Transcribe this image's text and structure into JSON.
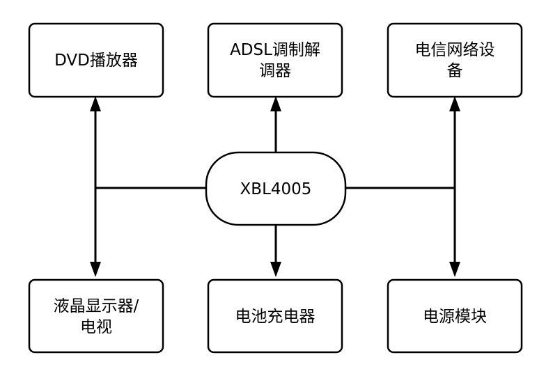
{
  "hub": {
    "label": "XBL4005"
  },
  "nodes": {
    "dvd": {
      "lines": [
        "DVD播放器"
      ]
    },
    "adsl": {
      "lines": [
        "ADSL调制解",
        "调器"
      ]
    },
    "telecom": {
      "lines": [
        "电信网络设",
        "备"
      ]
    },
    "lcd": {
      "lines": [
        "液晶显示器/",
        "电视"
      ]
    },
    "charger": {
      "lines": [
        "电池充电器"
      ]
    },
    "power": {
      "lines": [
        "电源模块"
      ]
    }
  },
  "colors": {
    "stroke": "#000000",
    "fill": "#ffffff"
  }
}
